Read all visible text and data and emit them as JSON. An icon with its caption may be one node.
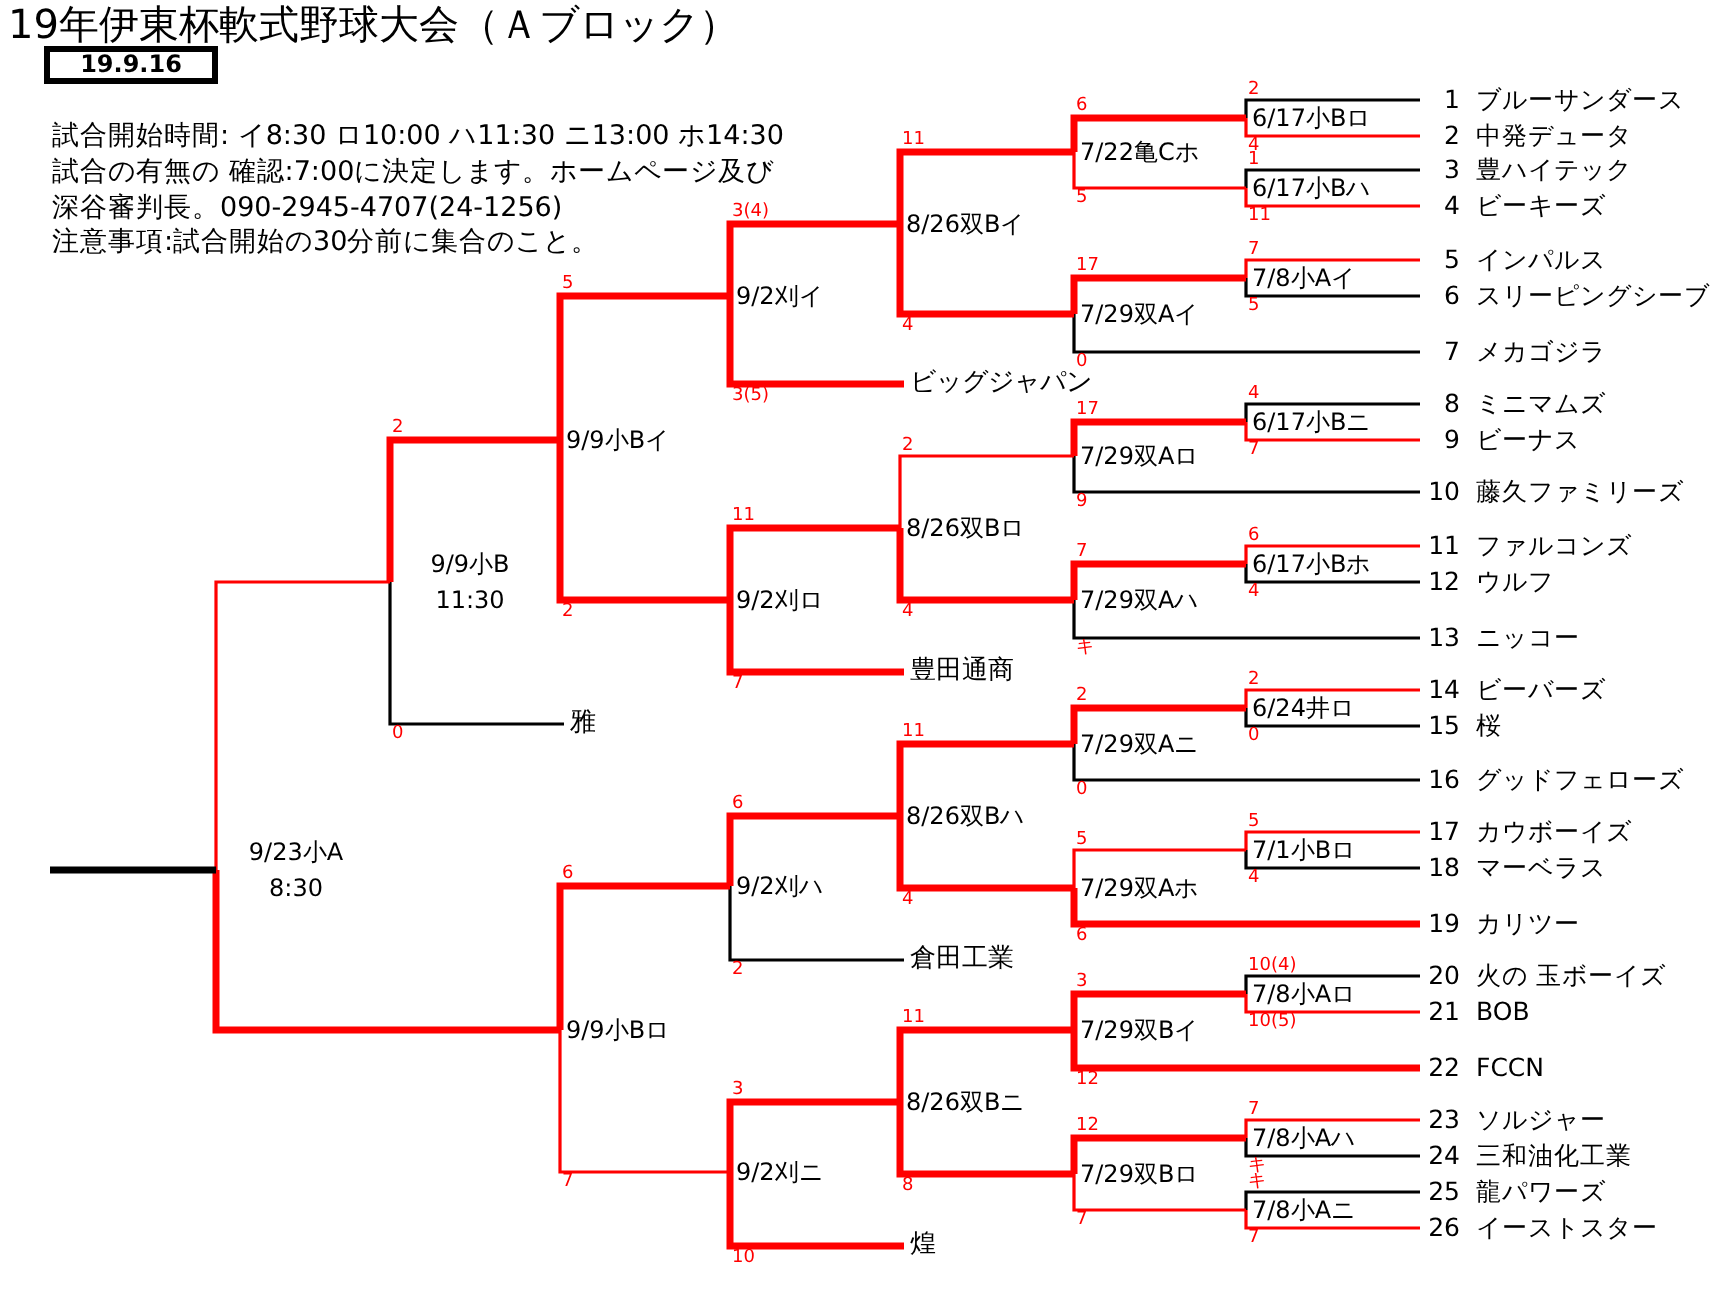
{
  "diagram": {
    "title": "19年伊東杯軟式野球大会（Ａブロック）",
    "nodes": [
      {
        "text": [
          "19.9.16"
        ]
      },
      {
        "text": [
          "9/23小A",
          "8:30"
        ]
      },
      {
        "text": [
          "9/9小B",
          "11:30"
        ]
      },
      {
        "text": [
          "9/9小Bイ"
        ]
      },
      {
        "text": [
          "9/9小Bロ"
        ]
      },
      {
        "text": [
          "9/2刈イ"
        ]
      },
      {
        "text": [
          "9/2刈ロ"
        ]
      },
      {
        "text": [
          "9/2刈ハ"
        ]
      },
      {
        "text": [
          "9/2刈ニ"
        ]
      },
      {
        "text": [
          "雅"
        ]
      },
      {
        "text": [
          "8/26双Bイ"
        ]
      },
      {
        "text": [
          "8/26双Bロ"
        ]
      },
      {
        "text": [
          "8/26双Bハ"
        ]
      },
      {
        "text": [
          "8/26双Bニ"
        ]
      },
      {
        "text": [
          "ビッグジャパン"
        ]
      },
      {
        "text": [
          "豊田通商"
        ]
      },
      {
        "text": [
          "倉田工業"
        ]
      },
      {
        "text": [
          "煌"
        ]
      },
      {
        "text": [
          "7/22亀Cホ"
        ]
      },
      {
        "text": [
          "7/29双Aイ"
        ]
      },
      {
        "text": [
          "7/29双Aロ"
        ]
      },
      {
        "text": [
          "7/29双Aハ"
        ]
      },
      {
        "text": [
          "7/29双Aニ"
        ]
      },
      {
        "text": [
          "7/29双Aホ"
        ]
      },
      {
        "text": [
          "7/29双Bイ"
        ]
      },
      {
        "text": [
          "7/29双Bロ"
        ]
      },
      {
        "text": [
          "6/17小Bロ"
        ]
      },
      {
        "text": [
          "6/17小Bハ"
        ]
      },
      {
        "text": [
          "7/8小Aイ"
        ]
      },
      {
        "text": [
          "6/17小Bニ"
        ]
      },
      {
        "text": [
          "6/17小Bホ"
        ]
      },
      {
        "text": [
          "6/24井ロ"
        ]
      },
      {
        "text": [
          "7/1小Bロ"
        ]
      },
      {
        "text": [
          "7/8小Aロ"
        ]
      },
      {
        "text": [
          "7/8小Aハ"
        ]
      },
      {
        "text": [
          "7/8小Aニ"
        ]
      },
      {
        "text": [
          "1",
          "ブルーサンダース"
        ]
      },
      {
        "text": [
          "2",
          "中発デュータ"
        ]
      },
      {
        "text": [
          "3",
          "豊ハイテック"
        ]
      },
      {
        "text": [
          "4",
          "ビーキーズ"
        ]
      },
      {
        "text": [
          "5",
          "インパルス"
        ]
      },
      {
        "text": [
          "6",
          "スリーピングシーブ"
        ]
      },
      {
        "text": [
          "7",
          "メカゴジラ"
        ]
      },
      {
        "text": [
          "8",
          "ミニマムズ"
        ]
      },
      {
        "text": [
          "9",
          "ビーナス"
        ]
      },
      {
        "text": [
          "10",
          "藤久ファミリーズ"
        ]
      },
      {
        "text": [
          "11",
          "ファルコンズ"
        ]
      },
      {
        "text": [
          "12",
          "ウルフ"
        ]
      },
      {
        "text": [
          "13",
          "ニッコー"
        ]
      },
      {
        "text": [
          "14",
          "ビーバーズ"
        ]
      },
      {
        "text": [
          "15",
          "桜"
        ]
      },
      {
        "text": [
          "16",
          "グッドフェローズ"
        ]
      },
      {
        "text": [
          "17",
          "カウボーイズ"
        ]
      },
      {
        "text": [
          "18",
          "マーベラス"
        ]
      },
      {
        "text": [
          "19",
          "カリツー"
        ]
      },
      {
        "text": [
          "20",
          "火の 玉ボーイズ"
        ]
      },
      {
        "text": [
          "21",
          "BOB"
        ]
      },
      {
        "text": [
          "22",
          "FCCN"
        ]
      },
      {
        "text": [
          "23",
          "ソルジャー"
        ]
      },
      {
        "text": [
          "24",
          "三和油化工業"
        ]
      },
      {
        "text": [
          "25",
          "龍パワーズ"
        ]
      },
      {
        "text": [
          "26",
          "イーストスター"
        ]
      }
    ],
    "edges": [
      {
        "from": 36,
        "to": 26,
        "label": "2",
        "arrow": "none",
        "color": "#000000"
      },
      {
        "from": 37,
        "to": 26,
        "label": "4",
        "arrow": "none",
        "color": "#ff0000"
      },
      {
        "from": 38,
        "to": 27,
        "label": "1",
        "arrow": "none",
        "color": "#000000"
      },
      {
        "from": 39,
        "to": 27,
        "label": "11",
        "arrow": "none",
        "color": "#ff0000"
      },
      {
        "from": 40,
        "to": 28,
        "label": "7",
        "arrow": "none",
        "color": "#ff0000"
      },
      {
        "from": 41,
        "to": 28,
        "label": "5",
        "arrow": "none",
        "color": "#000000"
      },
      {
        "from": 43,
        "to": 29,
        "label": "4",
        "arrow": "none",
        "color": "#000000"
      },
      {
        "from": 44,
        "to": 29,
        "label": "7",
        "arrow": "none",
        "color": "#ff0000"
      },
      {
        "from": 46,
        "to": 30,
        "label": "6",
        "arrow": "none",
        "color": "#ff0000"
      },
      {
        "from": 47,
        "to": 30,
        "label": "4",
        "arrow": "none",
        "color": "#000000"
      },
      {
        "from": 49,
        "to": 31,
        "label": "2",
        "arrow": "none",
        "color": "#ff0000"
      },
      {
        "from": 50,
        "to": 31,
        "label": "0",
        "arrow": "none",
        "color": "#000000"
      },
      {
        "from": 52,
        "to": 32,
        "label": "5",
        "arrow": "none",
        "color": "#ff0000"
      },
      {
        "from": 53,
        "to": 32,
        "label": "4",
        "arrow": "none",
        "color": "#000000"
      },
      {
        "from": 55,
        "to": 33,
        "label": "10(4)",
        "arrow": "none",
        "color": "#000000"
      },
      {
        "from": 56,
        "to": 33,
        "label": "10(5)",
        "arrow": "none",
        "color": "#ff0000"
      },
      {
        "from": 58,
        "to": 34,
        "label": "7",
        "arrow": "none",
        "color": "#ff0000"
      },
      {
        "from": 59,
        "to": 34,
        "label": "キ",
        "arrow": "none",
        "color": "#000000"
      },
      {
        "from": 60,
        "to": 35,
        "label": "キ",
        "arrow": "none",
        "color": "#000000"
      },
      {
        "from": 61,
        "to": 35,
        "label": "7",
        "arrow": "none",
        "color": "#ff0000"
      },
      {
        "from": 26,
        "to": 18,
        "label": "6",
        "arrow": "none",
        "color": "#ff0000",
        "style": "thick"
      },
      {
        "from": 27,
        "to": 18,
        "label": "5",
        "arrow": "none",
        "color": "#ff0000"
      },
      {
        "from": 28,
        "to": 19,
        "label": "17",
        "arrow": "none",
        "color": "#ff0000",
        "style": "thick"
      },
      {
        "from": 42,
        "to": 19,
        "label": "0",
        "arrow": "none",
        "color": "#000000"
      },
      {
        "from": 29,
        "to": 20,
        "label": "17",
        "arrow": "none",
        "color": "#ff0000",
        "style": "thick"
      },
      {
        "from": 45,
        "to": 20,
        "label": "9",
        "arrow": "none",
        "color": "#000000"
      },
      {
        "from": 30,
        "to": 21,
        "label": "7",
        "arrow": "none",
        "color": "#ff0000",
        "style": "thick"
      },
      {
        "from": 48,
        "to": 21,
        "label": "キ",
        "arrow": "none",
        "color": "#000000"
      },
      {
        "from": 31,
        "to": 22,
        "label": "2",
        "arrow": "none",
        "color": "#ff0000",
        "style": "thick"
      },
      {
        "from": 51,
        "to": 22,
        "label": "0",
        "arrow": "none",
        "color": "#000000"
      },
      {
        "from": 32,
        "to": 23,
        "label": "5",
        "arrow": "none",
        "color": "#ff0000"
      },
      {
        "from": 54,
        "to": 23,
        "label": "6",
        "arrow": "none",
        "color": "#ff0000",
        "style": "thick"
      },
      {
        "from": 33,
        "to": 24,
        "label": "3",
        "arrow": "none",
        "color": "#ff0000",
        "style": "thick"
      },
      {
        "from": 57,
        "to": 24,
        "label": "12",
        "arrow": "none",
        "color": "#ff0000",
        "style": "thick"
      },
      {
        "from": 34,
        "to": 25,
        "label": "12",
        "arrow": "none",
        "color": "#ff0000",
        "style": "thick"
      },
      {
        "from": 35,
        "to": 25,
        "label": "7",
        "arrow": "none",
        "color": "#ff0000"
      },
      {
        "from": 18,
        "to": 10,
        "label": "11",
        "arrow": "none",
        "color": "#ff0000",
        "style": "thick"
      },
      {
        "from": 19,
        "to": 10,
        "label": "4",
        "arrow": "none",
        "color": "#ff0000",
        "style": "thick"
      },
      {
        "from": 20,
        "to": 11,
        "label": "2",
        "arrow": "none",
        "color": "#ff0000"
      },
      {
        "from": 21,
        "to": 11,
        "label": "4",
        "arrow": "none",
        "color": "#ff0000",
        "style": "thick"
      },
      {
        "from": 22,
        "to": 12,
        "label": "11",
        "arrow": "none",
        "color": "#ff0000",
        "style": "thick"
      },
      {
        "from": 23,
        "to": 12,
        "label": "4",
        "arrow": "none",
        "color": "#ff0000",
        "style": "thick"
      },
      {
        "from": 24,
        "to": 13,
        "label": "11",
        "arrow": "none",
        "color": "#ff0000",
        "style": "thick"
      },
      {
        "from": 25,
        "to": 13,
        "label": "8",
        "arrow": "none",
        "color": "#ff0000",
        "style": "thick"
      },
      {
        "from": 10,
        "to": 5,
        "label": "3(4)",
        "arrow": "none",
        "color": "#ff0000",
        "style": "thick"
      },
      {
        "from": 14,
        "to": 5,
        "label": "3(5)",
        "arrow": "none",
        "color": "#ff0000",
        "style": "thick"
      },
      {
        "from": 11,
        "to": 6,
        "label": "11",
        "arrow": "none",
        "color": "#ff0000",
        "style": "thick"
      },
      {
        "from": 15,
        "to": 6,
        "label": "7",
        "arrow": "none",
        "color": "#ff0000",
        "style": "thick"
      },
      {
        "from": 12,
        "to": 7,
        "label": "6",
        "arrow": "none",
        "color": "#ff0000",
        "style": "thick"
      },
      {
        "from": 16,
        "to": 7,
        "label": "2",
        "arrow": "none",
        "color": "#000000"
      },
      {
        "from": 13,
        "to": 8,
        "label": "3",
        "arrow": "none",
        "color": "#ff0000",
        "style": "thick"
      },
      {
        "from": 17,
        "to": 8,
        "label": "10",
        "arrow": "none",
        "color": "#ff0000",
        "style": "thick"
      },
      {
        "from": 5,
        "to": 3,
        "label": "5",
        "arrow": "none",
        "color": "#ff0000",
        "style": "thick"
      },
      {
        "from": 6,
        "to": 3,
        "label": "2",
        "arrow": "none",
        "color": "#ff0000",
        "style": "thick"
      },
      {
        "from": 7,
        "to": 4,
        "label": "6",
        "arrow": "none",
        "color": "#ff0000",
        "style": "thick"
      },
      {
        "from": 8,
        "to": 4,
        "label": "7",
        "arrow": "none",
        "color": "#ff0000"
      },
      {
        "from": 3,
        "to": 2,
        "label": "2",
        "arrow": "none",
        "color": "#ff0000",
        "style": "thick"
      },
      {
        "from": 9,
        "to": 2,
        "label": "0",
        "arrow": "none",
        "color": "#000000"
      },
      {
        "from": 2,
        "to": 1,
        "arrow": "none",
        "color": "#ff0000"
      },
      {
        "from": 4,
        "to": 1,
        "arrow": "none",
        "color": "#ff0000",
        "style": "thick"
      },
      {
        "from": 1,
        "to": null,
        "arrow": "none",
        "style": "thick",
        "color": "#000000"
      }
    ],
    "labels": [
      "試合開始時間: イ8:30 ロ10:00 ハ11:30 ニ13:00 ホ14:30",
      "試合の有無の 確認:7:00に決定します。ホームページ及び深谷審判長。090-2945-4707(24-1256)",
      "注意事項:試合開始の30分前に集合のこと。"
    ]
  }
}
